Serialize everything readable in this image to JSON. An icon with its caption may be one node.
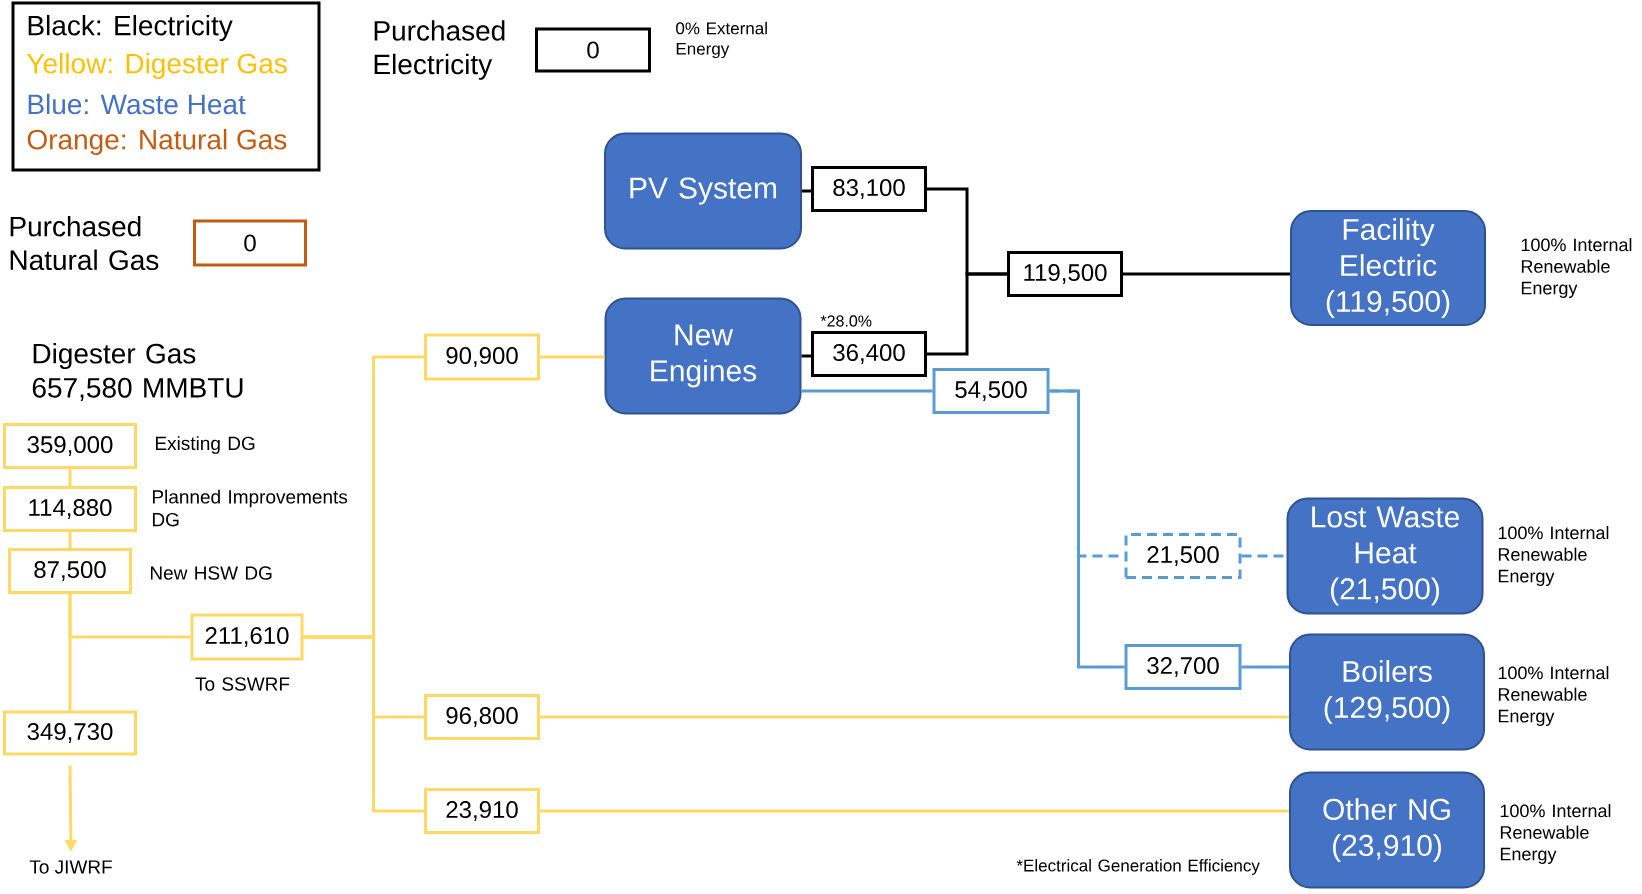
{
  "diagram": {
    "nodes": [
      {
        "text": [
          "0"
        ],
        "beside": [
          "Purchased Electricity",
          "0% External Energy"
        ]
      },
      {
        "text": [
          "0"
        ],
        "beside": [
          "Purchased Natural Gas"
        ]
      },
      {
        "text": [
          "359,000"
        ],
        "beside": [
          "Existing DG"
        ]
      },
      {
        "text": [
          "114,880"
        ],
        "beside": [
          "Planned Improvements DG"
        ]
      },
      {
        "text": [
          "87,500"
        ],
        "beside": [
          "New HSW DG"
        ]
      },
      {
        "text": [
          "211,610"
        ],
        "beside": [
          "To SSWRF"
        ]
      },
      {
        "text": [
          "349,730"
        ]
      },
      {
        "text": [
          "To JIWRF"
        ]
      },
      {
        "text": [
          "90,900"
        ]
      },
      {
        "text": [
          "96,800"
        ]
      },
      {
        "text": [
          "23,910"
        ]
      },
      {
        "text": [
          "PV System"
        ]
      },
      {
        "text": [
          "New Engines"
        ]
      },
      {
        "text": [
          "83,100"
        ]
      },
      {
        "text": [
          "36,400"
        ],
        "beside": [
          "*28.0%"
        ]
      },
      {
        "text": [
          "119,500"
        ]
      },
      {
        "text": [
          "Facility Electric",
          "(119,500)"
        ],
        "beside": [
          "100% Internal Renewable Energy"
        ]
      },
      {
        "text": [
          "54,500"
        ]
      },
      {
        "text": [
          "21,500"
        ]
      },
      {
        "text": [
          "32,700"
        ]
      },
      {
        "text": [
          "Lost Waste Heat",
          "(21,500)"
        ],
        "beside": [
          "100% Internal Renewable Energy"
        ]
      },
      {
        "text": [
          "Boilers",
          "(129,500)"
        ],
        "beside": [
          "100% Internal Renewable Energy"
        ]
      },
      {
        "text": [
          "Other NG",
          "(23,910)"
        ],
        "beside": [
          "100% Internal Renewable Energy"
        ]
      }
    ],
    "edges": [
      {
        "from": 2,
        "to": 3,
        "arrow": "none"
      },
      {
        "from": 3,
        "to": 4,
        "arrow": "none"
      },
      {
        "from": 4,
        "to": 5,
        "arrow": "none"
      },
      {
        "from": 4,
        "to": 6,
        "arrow": "none"
      },
      {
        "from": 6,
        "to": 7,
        "arrow": "to"
      },
      {
        "from": 5,
        "to": 8,
        "arrow": "none"
      },
      {
        "from": 5,
        "to": 9,
        "arrow": "none"
      },
      {
        "from": 5,
        "to": 10,
        "arrow": "none"
      },
      {
        "from": 8,
        "to": 12,
        "arrow": "none"
      },
      {
        "from": 9,
        "to": 21,
        "arrow": "none"
      },
      {
        "from": 10,
        "to": 22,
        "arrow": "none"
      },
      {
        "from": 11,
        "to": 13,
        "arrow": "none",
        "color": "#000000"
      },
      {
        "from": 12,
        "to": 14,
        "arrow": "none",
        "color": "#000000"
      },
      {
        "from": 13,
        "to": 15,
        "arrow": "none",
        "color": "#000000"
      },
      {
        "from": 14,
        "to": 15,
        "arrow": "none",
        "color": "#000000"
      },
      {
        "from": 15,
        "to": 16,
        "arrow": "none",
        "color": "#000000"
      },
      {
        "from": 12,
        "to": 17,
        "arrow": "none",
        "color": "#5b9bd5"
      },
      {
        "from": 17,
        "to": 18,
        "arrow": "none",
        "color": "#5b9bd5",
        "style": "dashed"
      },
      {
        "from": 17,
        "to": 19,
        "arrow": "none",
        "color": "#5b9bd5"
      },
      {
        "from": 18,
        "to": 20,
        "arrow": "none",
        "color": "#5b9bd5",
        "style": "dashed"
      },
      {
        "from": 19,
        "to": 21,
        "arrow": "none",
        "color": "#5b9bd5"
      }
    ],
    "labels": [
      "Digester Gas 657,580 MMBTU",
      "*Electrical Generation Efficiency"
    ],
    "legend": [
      {
        "text": "Black: Electricity",
        "color": "#000000"
      },
      {
        "text": "Yellow: Digester Gas",
        "color": "#ffc000"
      },
      {
        "text": "Blue: Waste Heat",
        "color": "#4472c4"
      },
      {
        "text": "Orange: Natural Gas",
        "color": "#c55a11"
      }
    ]
  }
}
